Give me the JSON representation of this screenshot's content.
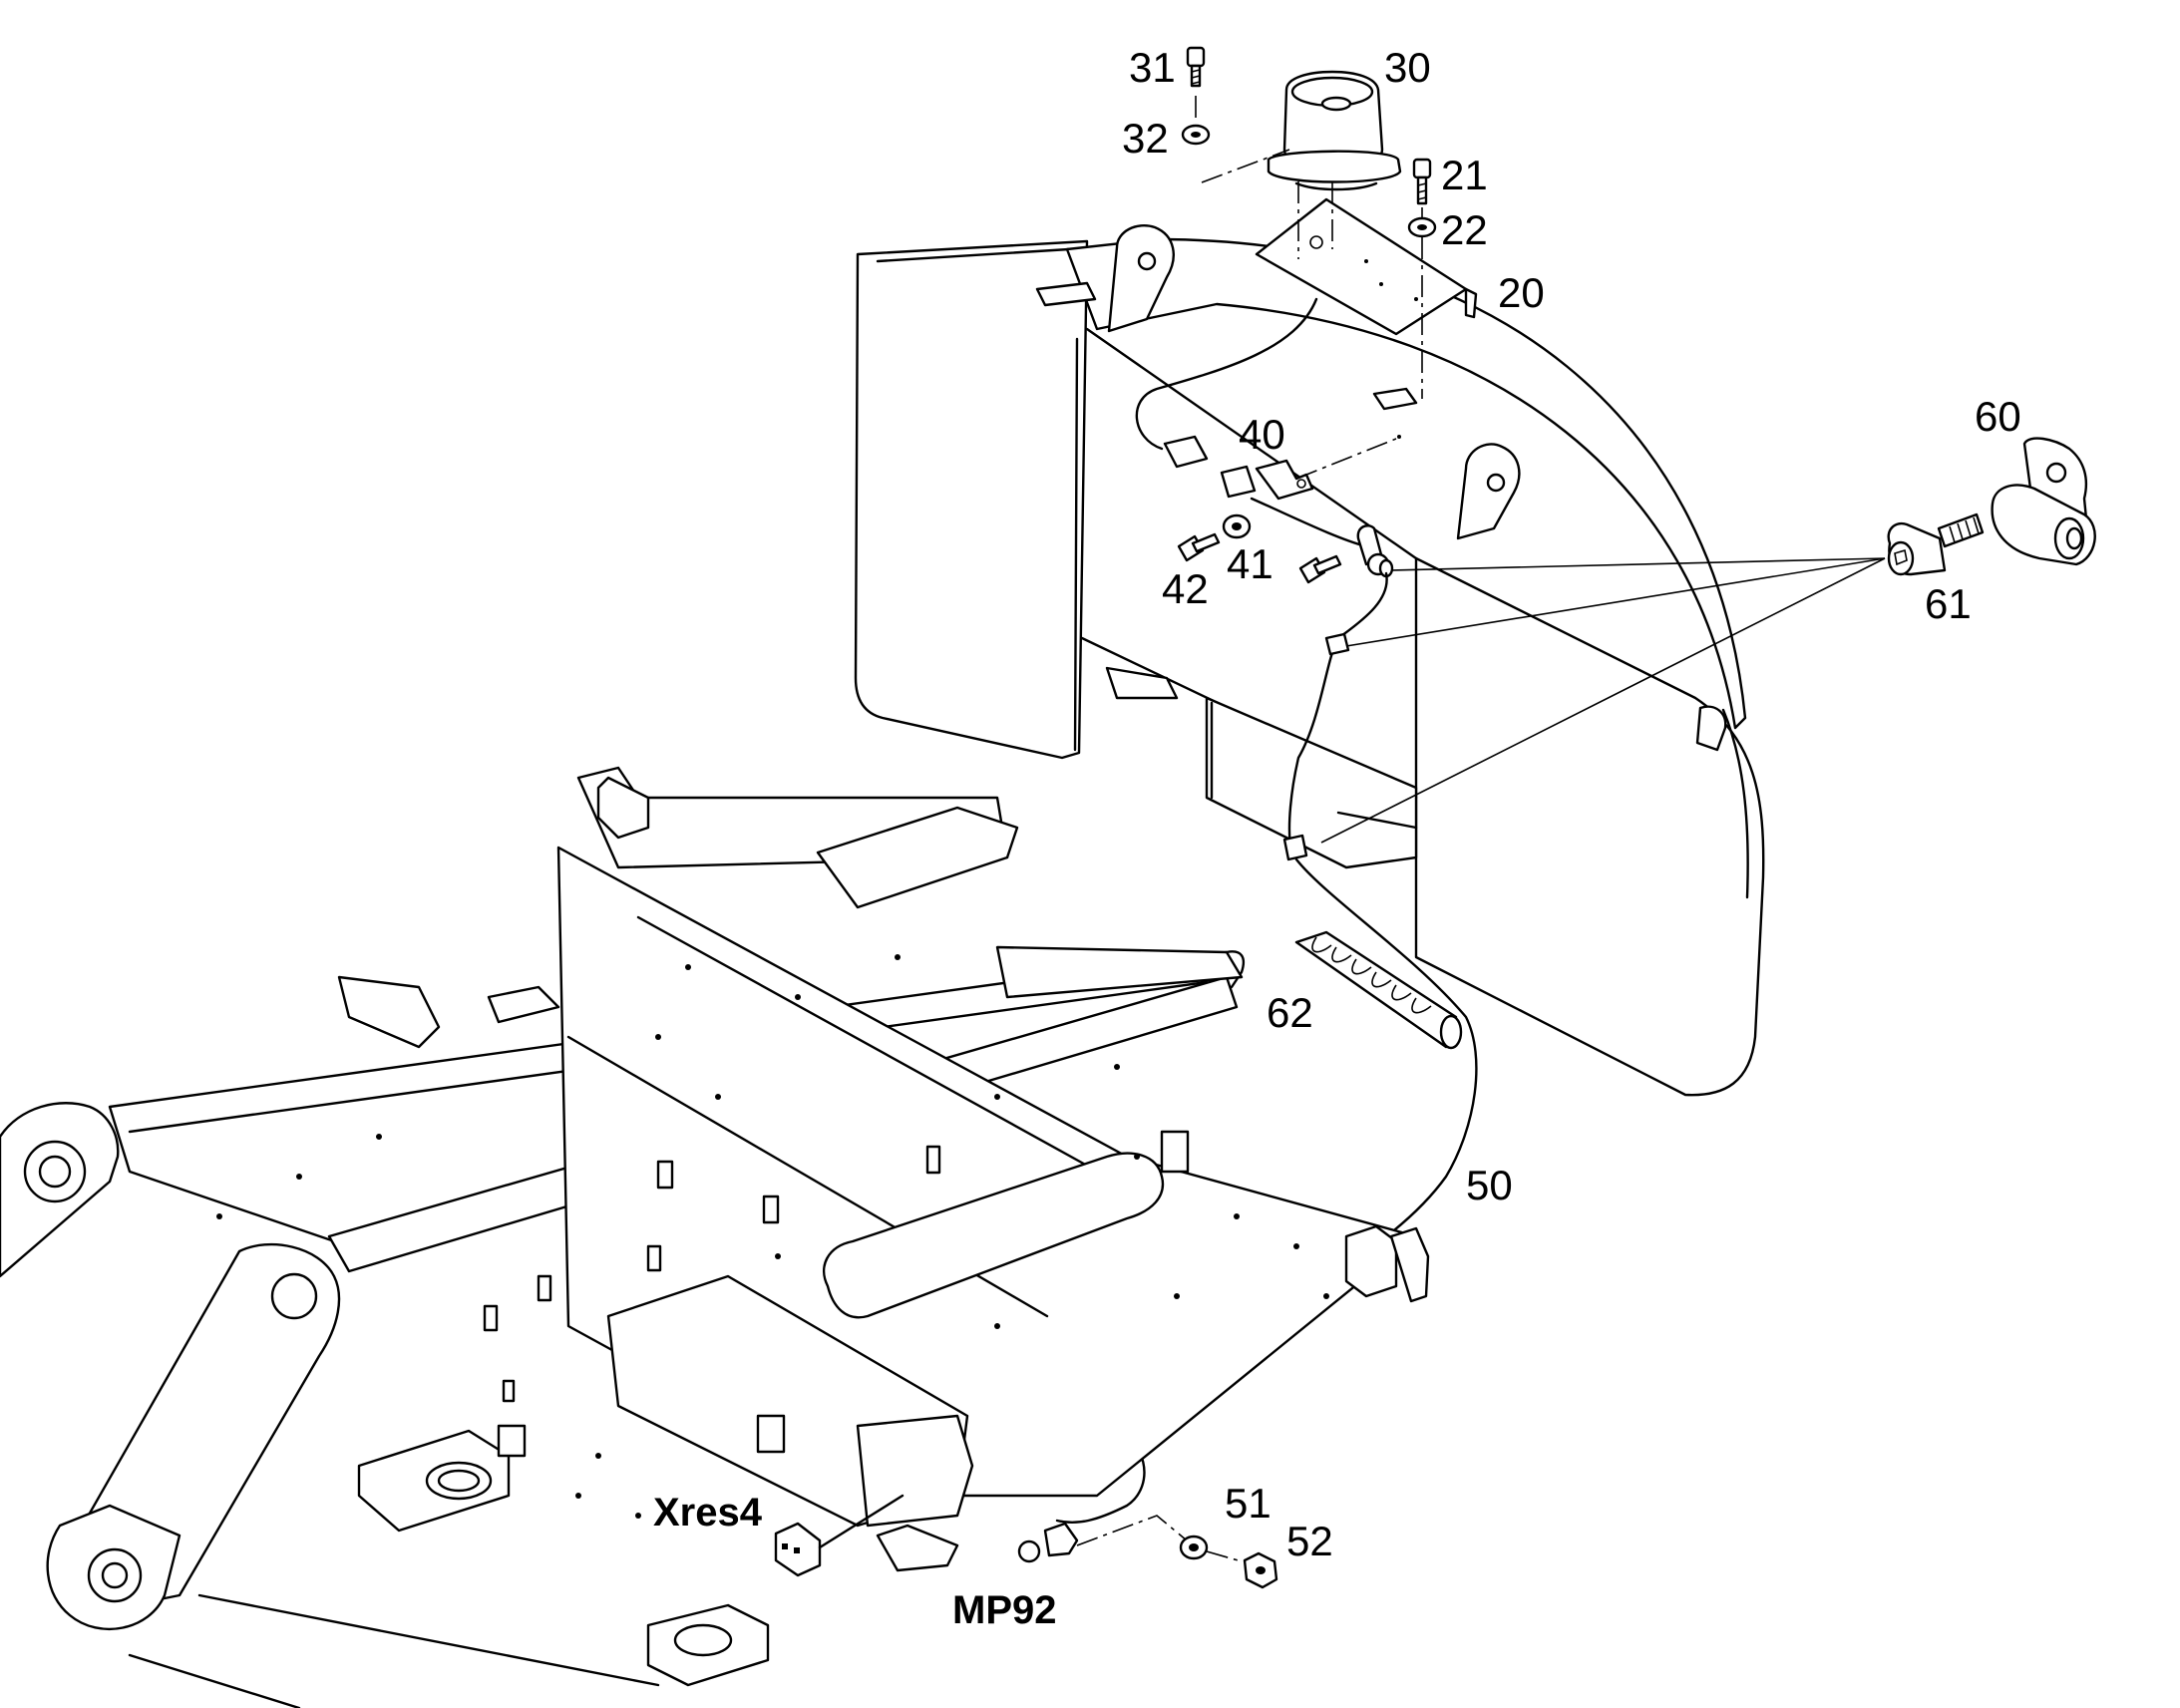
{
  "diagram": {
    "callouts": [
      {
        "id": "31",
        "text": "31"
      },
      {
        "id": "30",
        "text": "30"
      },
      {
        "id": "32",
        "text": "32"
      },
      {
        "id": "21",
        "text": "21"
      },
      {
        "id": "22",
        "text": "22"
      },
      {
        "id": "20",
        "text": "20"
      },
      {
        "id": "40",
        "text": "40"
      },
      {
        "id": "60",
        "text": "60"
      },
      {
        "id": "41",
        "text": "41"
      },
      {
        "id": "42",
        "text": "42"
      },
      {
        "id": "61",
        "text": "61"
      },
      {
        "id": "62",
        "text": "62"
      },
      {
        "id": "50",
        "text": "50"
      },
      {
        "id": "51",
        "text": "51"
      },
      {
        "id": "52",
        "text": "52"
      }
    ],
    "connectors": [
      {
        "id": "xres4",
        "text": "Xres4"
      },
      {
        "id": "mp92",
        "text": "MP92"
      }
    ]
  }
}
